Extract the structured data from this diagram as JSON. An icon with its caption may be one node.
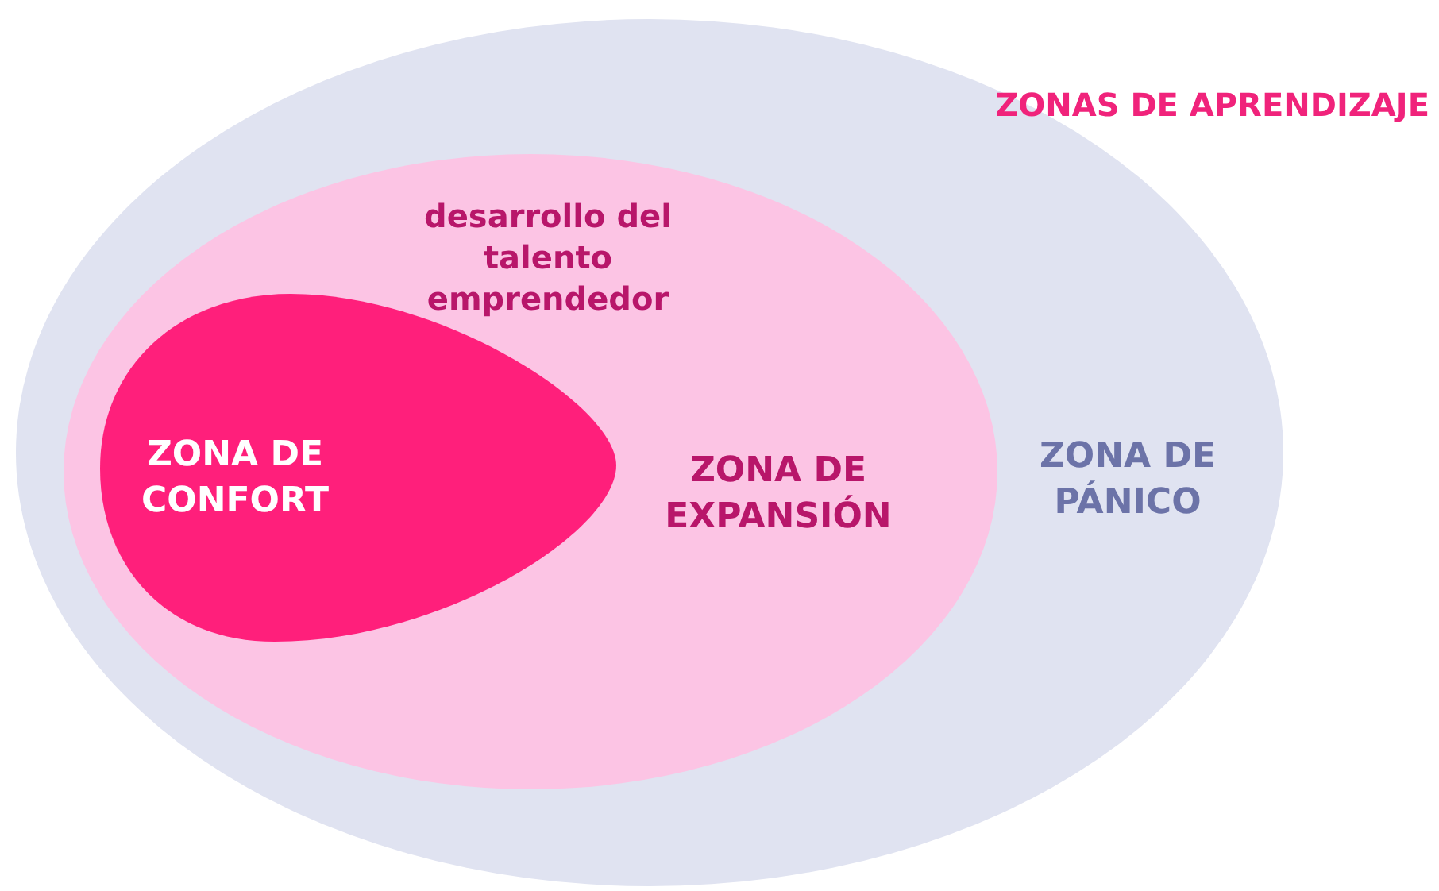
{
  "diagram": {
    "title": "ZONAS DE APRENDIZAJE",
    "nodes": [
      {
        "text": [
          "ZONA DE PÁNICO"
        ]
      },
      {
        "text": [
          "desarrollo del talento emprendedor",
          "ZONA DE EXPANSIÓN"
        ],
        "in": 0
      },
      {
        "text": [
          "ZONA DE CONFORT"
        ],
        "in": 1
      }
    ]
  }
}
